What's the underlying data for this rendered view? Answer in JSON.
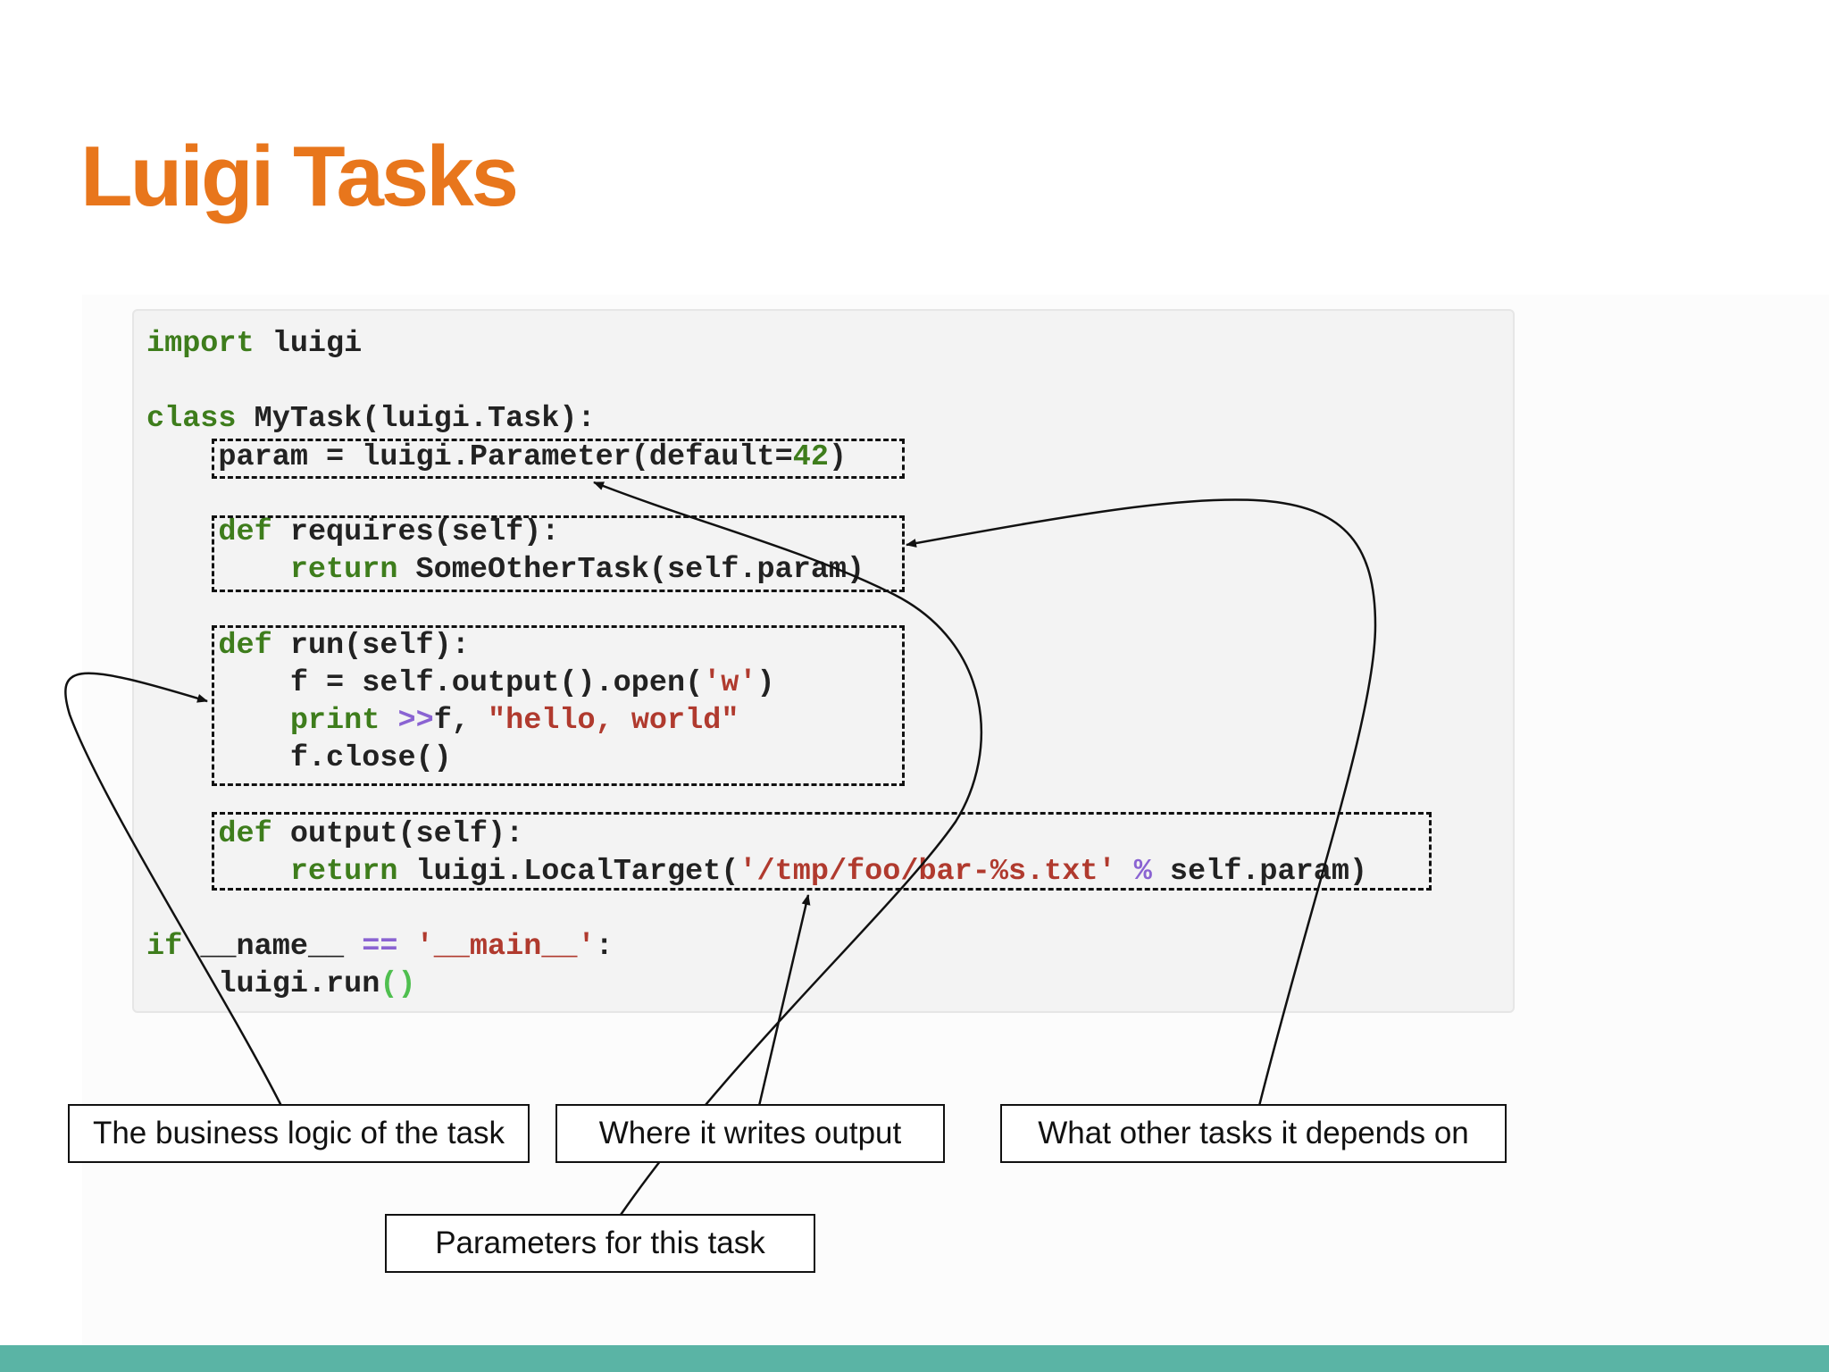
{
  "slide": {
    "title": "Luigi Tasks",
    "accent_color": "#e8761c",
    "footer_color": "#5ab4a5"
  },
  "code": {
    "lines": [
      [
        {
          "t": "import",
          "c": "kw"
        },
        {
          "t": " luigi"
        }
      ],
      [],
      [
        {
          "t": "class",
          "c": "kw"
        },
        {
          "t": " MyTask(luigi.Task):"
        }
      ],
      [
        {
          "t": "    param = luigi.Parameter(default="
        },
        {
          "t": "42",
          "c": "num"
        },
        {
          "t": ")"
        }
      ],
      [],
      [
        {
          "t": "    "
        },
        {
          "t": "def",
          "c": "kw"
        },
        {
          "t": " requires(self):"
        }
      ],
      [
        {
          "t": "        "
        },
        {
          "t": "return",
          "c": "kw"
        },
        {
          "t": " SomeOtherTask(self.param)"
        }
      ],
      [],
      [
        {
          "t": "    "
        },
        {
          "t": "def",
          "c": "kw"
        },
        {
          "t": " run(self):"
        }
      ],
      [
        {
          "t": "        f = self.output().open("
        },
        {
          "t": "'w'",
          "c": "str"
        },
        {
          "t": ")"
        }
      ],
      [
        {
          "t": "        "
        },
        {
          "t": "print",
          "c": "kw"
        },
        {
          "t": " "
        },
        {
          "t": ">>",
          "c": "op"
        },
        {
          "t": "f, "
        },
        {
          "t": "\"hello, world\"",
          "c": "str"
        }
      ],
      [
        {
          "t": "        f.close()"
        }
      ],
      [],
      [
        {
          "t": "    "
        },
        {
          "t": "def",
          "c": "kw"
        },
        {
          "t": " output(self):"
        }
      ],
      [
        {
          "t": "        "
        },
        {
          "t": "return",
          "c": "kw"
        },
        {
          "t": " luigi.LocalTarget("
        },
        {
          "t": "'/tmp/foo/bar-%s.txt'",
          "c": "str"
        },
        {
          "t": " "
        },
        {
          "t": "%",
          "c": "op"
        },
        {
          "t": " self.param)"
        }
      ],
      [],
      [
        {
          "t": "if",
          "c": "kw"
        },
        {
          "t": " __name__ "
        },
        {
          "t": "==",
          "c": "op"
        },
        {
          "t": " "
        },
        {
          "t": "'__main__'",
          "c": "str"
        },
        {
          "t": ":"
        }
      ],
      [
        {
          "t": "    luigi.run"
        },
        {
          "t": "()",
          "c": "paren-g"
        }
      ]
    ]
  },
  "annotations": {
    "business_logic": "The business logic of the task",
    "writes_output": "Where it writes output",
    "depends_on": "What other tasks it depends on",
    "parameters": "Parameters for this task"
  }
}
